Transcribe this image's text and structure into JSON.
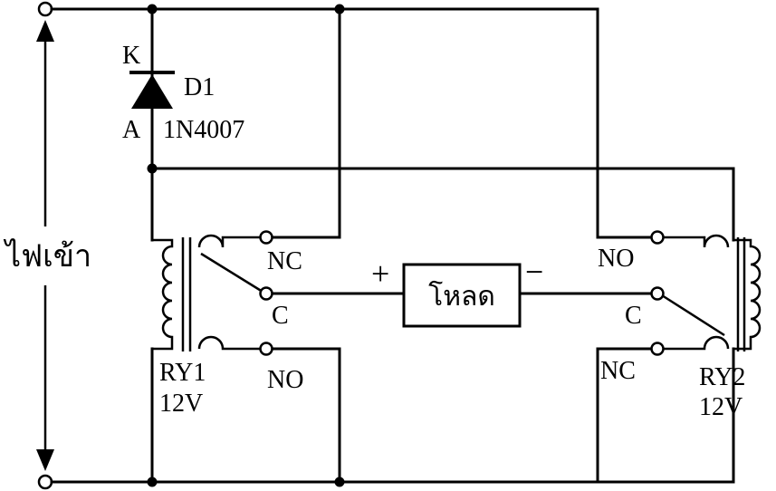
{
  "diagram": {
    "input_label": "ไฟเข้า",
    "diode": {
      "cathode": "K",
      "anode": "A",
      "name": "D1",
      "part": "1N4007"
    },
    "load": {
      "label": "โหลด",
      "plus": "+",
      "minus": "−"
    },
    "relay1": {
      "name": "RY1",
      "voltage": "12V",
      "nc": "NC",
      "no": "NO",
      "c": "C"
    },
    "relay2": {
      "name": "RY2",
      "voltage": "12V",
      "nc": "NC",
      "no": "NO",
      "c": "C"
    }
  }
}
